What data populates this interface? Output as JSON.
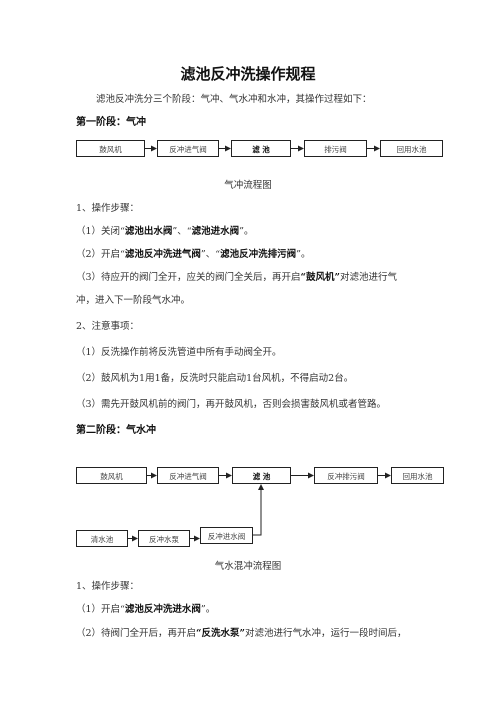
{
  "doc_title": "滤池反冲洗操作规程",
  "intro": "滤池反冲洗分三个阶段：气冲、气水冲和水冲，其操作过程如下：",
  "stage1": {
    "heading": "第一阶段：气冲",
    "flow": {
      "b1": "鼓风机",
      "b2": "反冲进气阀",
      "b3": "滤 池",
      "b4": "排污阀",
      "b5": "回用水池"
    },
    "caption": "气冲流程图",
    "steps_title": "1、操作步骤：",
    "step1_pre": "（1）关闭“",
    "step1_b1": "滤池出水阀",
    "step1_mid": "”、“",
    "step1_b2": "滤池进水阀",
    "step1_post": "”。",
    "step2_pre": "（2）开启“",
    "step2_b1": "滤池反冲洗进气阀",
    "step2_mid": "”、“",
    "step2_b2": "滤池反冲洗排污阀",
    "step2_post": "”。",
    "step3_pre": "（3）待应开的阀门全开，应关的阀门全关后，再开启",
    "step3_b": "“鼓风机”",
    "step3_post": "对滤池进行气",
    "step3_cont": "冲，进入下一阶段气水冲。",
    "notes_title": "2、注意事项：",
    "note1": "（1）反洗操作前将反洗管道中所有手动阀全开。",
    "note2": "（2）鼓风机为1用1备，反洗时只能启动1台风机，不得启动2台。",
    "note3": "（3）需先开鼓风机前的阀门，再开鼓风机，否则会损害鼓风机或者管路。"
  },
  "stage2": {
    "heading": "第二阶段：气水冲",
    "flow": {
      "b1": "鼓风机",
      "b2": "反冲进气阀",
      "b3": "滤 池",
      "b4": "反冲排污阀",
      "b5": "回用水池",
      "c1": "清水池",
      "c2": "反冲水泵",
      "c3": "反冲进水阀"
    },
    "caption": "气水混冲流程图",
    "steps_title": "1、操作步骤：",
    "step1_pre": "（1）开启“",
    "step1_b": "滤池反冲洗进水阀",
    "step1_post": "”。",
    "step2_pre": "（2）待阀门全开后，再开启",
    "step2_b": "“反洗水泵”",
    "step2_post": "对滤池进行气水冲，运行一段时间后，"
  }
}
